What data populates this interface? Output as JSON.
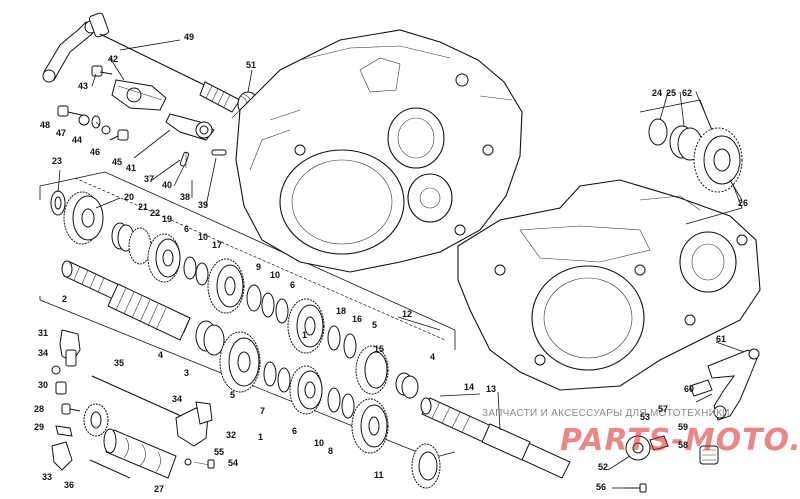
{
  "labels": [
    {
      "text": "49"
    },
    {
      "text": "42"
    },
    {
      "text": "43"
    },
    {
      "text": "51"
    },
    {
      "text": "48"
    },
    {
      "text": "47"
    },
    {
      "text": "44"
    },
    {
      "text": "46"
    },
    {
      "text": "45"
    },
    {
      "text": "41"
    },
    {
      "text": "37"
    },
    {
      "text": "40"
    },
    {
      "text": "38"
    },
    {
      "text": "39"
    },
    {
      "text": "23"
    },
    {
      "text": "20"
    },
    {
      "text": "21"
    },
    {
      "text": "22"
    },
    {
      "text": "19"
    },
    {
      "text": "6"
    },
    {
      "text": "10"
    },
    {
      "text": "17"
    },
    {
      "text": "9"
    },
    {
      "text": "10"
    },
    {
      "text": "6"
    },
    {
      "text": "18"
    },
    {
      "text": "16"
    },
    {
      "text": "12"
    },
    {
      "text": "2"
    },
    {
      "text": "1"
    },
    {
      "text": "5"
    },
    {
      "text": "31"
    },
    {
      "text": "34"
    },
    {
      "text": "35"
    },
    {
      "text": "4"
    },
    {
      "text": "3"
    },
    {
      "text": "15"
    },
    {
      "text": "4"
    },
    {
      "text": "30"
    },
    {
      "text": "28"
    },
    {
      "text": "29"
    },
    {
      "text": "34"
    },
    {
      "text": "5"
    },
    {
      "text": "7"
    },
    {
      "text": "6"
    },
    {
      "text": "14"
    },
    {
      "text": "13"
    },
    {
      "text": "32"
    },
    {
      "text": "10"
    },
    {
      "text": "8"
    },
    {
      "text": "1"
    },
    {
      "text": "33"
    },
    {
      "text": "55"
    },
    {
      "text": "54"
    },
    {
      "text": "11"
    },
    {
      "text": "36"
    },
    {
      "text": "27"
    },
    {
      "text": "24"
    },
    {
      "text": "25"
    },
    {
      "text": "62"
    },
    {
      "text": "26"
    },
    {
      "text": "61"
    },
    {
      "text": "60"
    },
    {
      "text": "57"
    },
    {
      "text": "59"
    },
    {
      "text": "58"
    },
    {
      "text": "53"
    },
    {
      "text": "52"
    },
    {
      "text": "56"
    }
  ],
  "watermark": {
    "text": "ЗАПЧАСТИ И АКСЕССУАРЫ ДЛЯ МОТОТЕХНИКИ",
    "logo": "PARTS-MOTO.RU",
    "logo_color": "#d62828"
  }
}
